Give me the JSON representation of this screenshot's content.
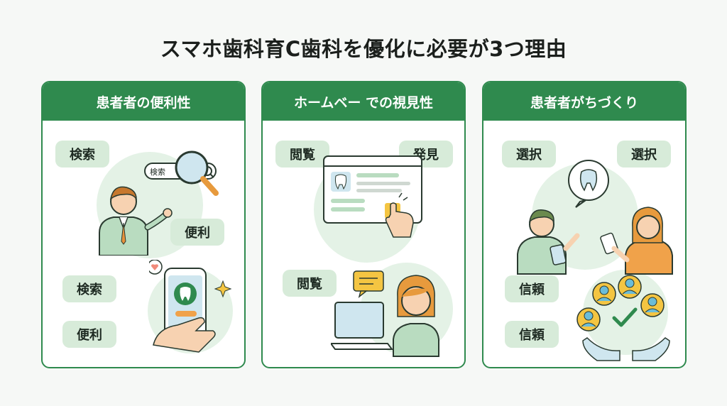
{
  "title": "スマホ歯科育C歯科を優化に必要が3つ理由",
  "cards": [
    {
      "header": "患者者の便利性",
      "tags": [
        "検索",
        "便利",
        "検索",
        "便利"
      ],
      "search_box_text": "検索"
    },
    {
      "header": "ホームベー での視見性",
      "tags": [
        "閲覧",
        "発見",
        "閲覧"
      ]
    },
    {
      "header": "患者者がちづくり",
      "tags": [
        "選択",
        "選択",
        "信頼",
        "信頼"
      ]
    }
  ],
  "colors": {
    "brand_green": "#2f8a4e",
    "tag_bg": "#d7ebd9",
    "blob_bg": "#e4f2e6",
    "accent_orange": "#f0a24a",
    "accent_blue": "#6bbcd8"
  }
}
